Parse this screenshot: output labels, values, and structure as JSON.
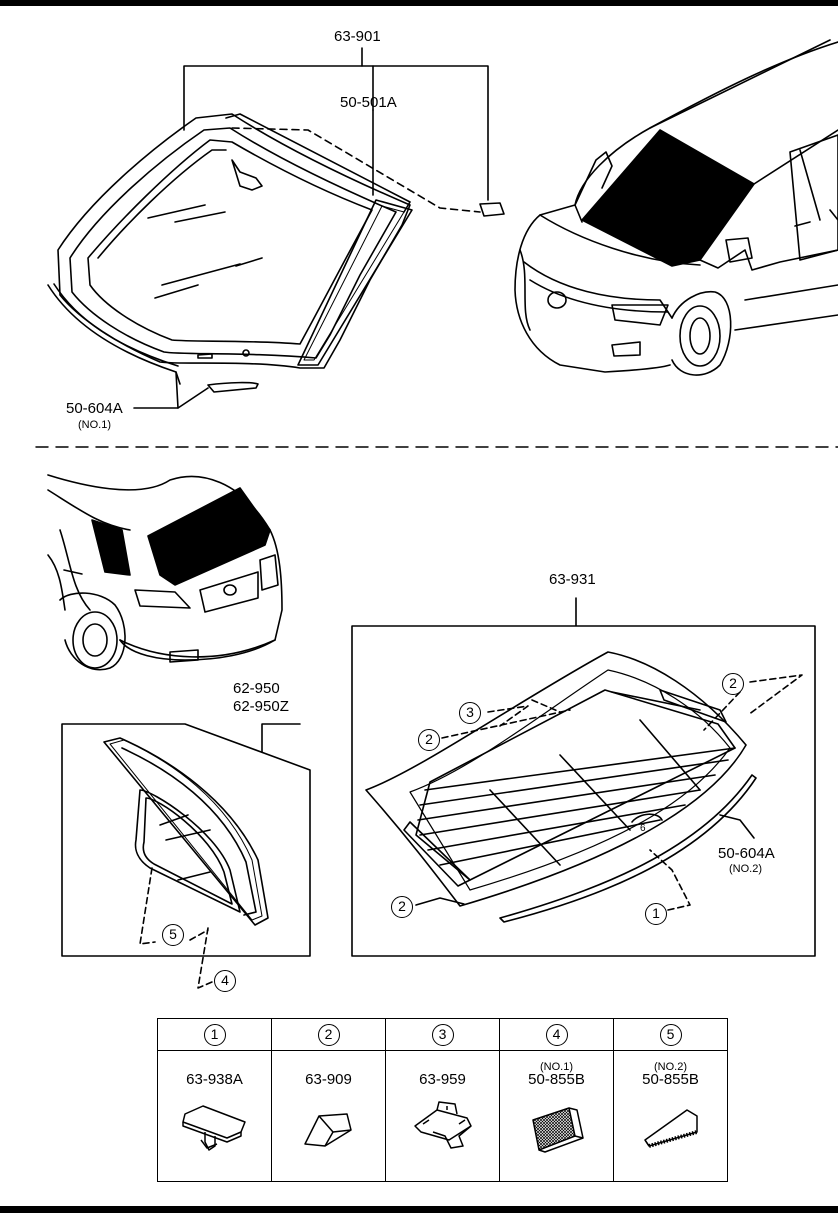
{
  "windshield": {
    "assembly_code": "63-901",
    "molding_code": "50-501A",
    "dam_code": "50-604A",
    "dam_note": "(NO.1)"
  },
  "rear_window": {
    "assembly_code": "63-931",
    "dam_code": "50-604A",
    "dam_note": "(NO.2)",
    "callouts": [
      "1",
      "2",
      "2",
      "2",
      "3"
    ]
  },
  "quarter_window": {
    "code_1": "62-950",
    "code_2": "62-950Z",
    "callouts": [
      "4",
      "5"
    ]
  },
  "legend": [
    {
      "num": "1",
      "note": "",
      "code": "63-938A",
      "icon": "clip-icon"
    },
    {
      "num": "2",
      "note": "",
      "code": "63-909",
      "icon": "spacer-block-icon"
    },
    {
      "num": "3",
      "note": "",
      "code": "63-959",
      "icon": "bracket-clip-icon"
    },
    {
      "num": "4",
      "note": "(NO.1)",
      "code": "50-855B",
      "icon": "adhesive-tape-icon"
    },
    {
      "num": "5",
      "note": "(NO.2)",
      "code": "50-855B",
      "icon": "adhesive-strip-icon"
    }
  ]
}
